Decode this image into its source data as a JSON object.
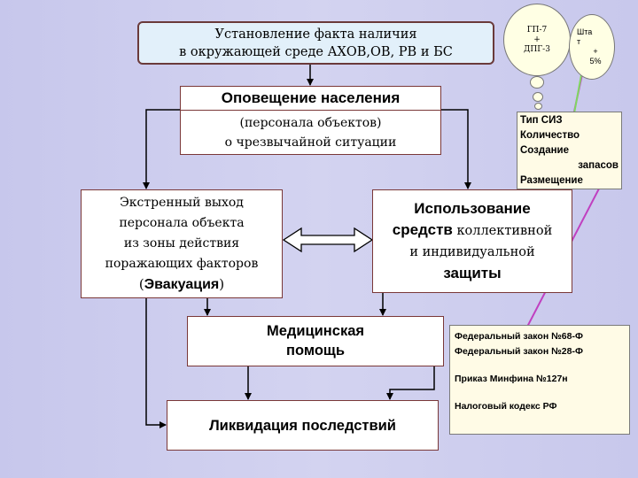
{
  "colors": {
    "slide_bg": "#cfcff0",
    "box_fill": "#ffffff",
    "box_border": "#7a3838",
    "title_fill": "#e2f0fa",
    "title_border": "#6a3a3a",
    "callout_fill": "#fffbe6",
    "connector": "#000000",
    "annotation_line": "#c040c0",
    "green_line": "#80d860"
  },
  "boxes": {
    "fact": [
      "Установление факта наличия",
      "в окружающей среде АХОВ,ОВ, РВ и БС"
    ],
    "notify_title": "Оповещение населения",
    "notify_sub": [
      "(персонала объектов)",
      "о чрезвычайной ситуации"
    ],
    "evac": [
      "Экстренный выход",
      "персонала объекта",
      "из зоны действия",
      "поражающих факторов"
    ],
    "evac_paren_open": "(",
    "evac_word": "Эвакуация",
    "evac_paren_close": ")",
    "protection": {
      "l1": "Использование",
      "l2_bold": "средств",
      "l2_rest": " коллективной",
      "l3": "и индивидуальной",
      "l4": "защиты"
    },
    "medical": [
      "Медицинская",
      "помощь"
    ],
    "liquidation": "Ликвидация последствий"
  },
  "bubbles": {
    "gp": [
      "ГП-7",
      "+",
      "ДПГ-3"
    ],
    "staff": [
      "Шта",
      "т",
      "+",
      "5%"
    ]
  },
  "siz_callout": [
    "Тип СИЗ",
    "Количество",
    "Создание",
    "запасов",
    "Размещение"
  ],
  "law_callout": [
    "Федеральный закон №68-Ф",
    "Федеральный закон №28-Ф",
    "Приказ Минфина №127н",
    "Налоговый кодекс РФ"
  ]
}
